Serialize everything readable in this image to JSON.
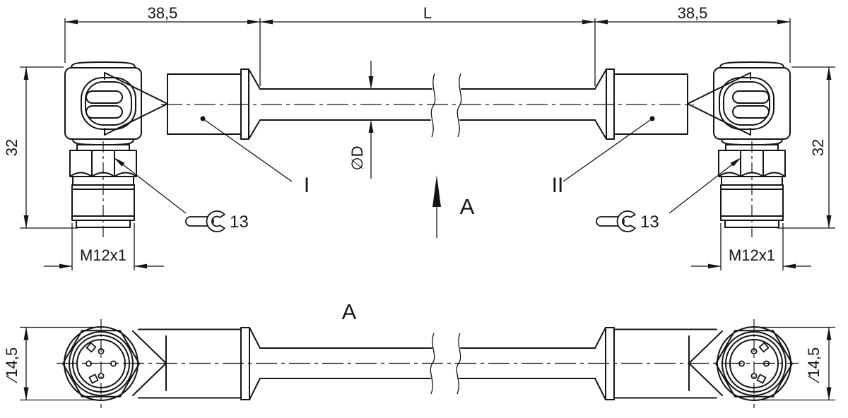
{
  "top_view": {
    "dim_width_left": "38,5",
    "dim_length": "L",
    "dim_width_right": "38,5",
    "dim_height_left": "32",
    "dim_height_right": "32",
    "thread_left": "M12x1",
    "thread_right": "M12x1",
    "cable_diameter": "∅D",
    "wrench_size_left": "13",
    "wrench_size_right": "13",
    "label_connector_left": "I",
    "label_connector_right": "II",
    "section_arrow_label": "A"
  },
  "bottom_view": {
    "title": "A",
    "dim_face_left": "∕14,5",
    "dim_face_right": "∕14,5"
  },
  "colors": {
    "line": "#141414",
    "background": "#ffffff"
  }
}
